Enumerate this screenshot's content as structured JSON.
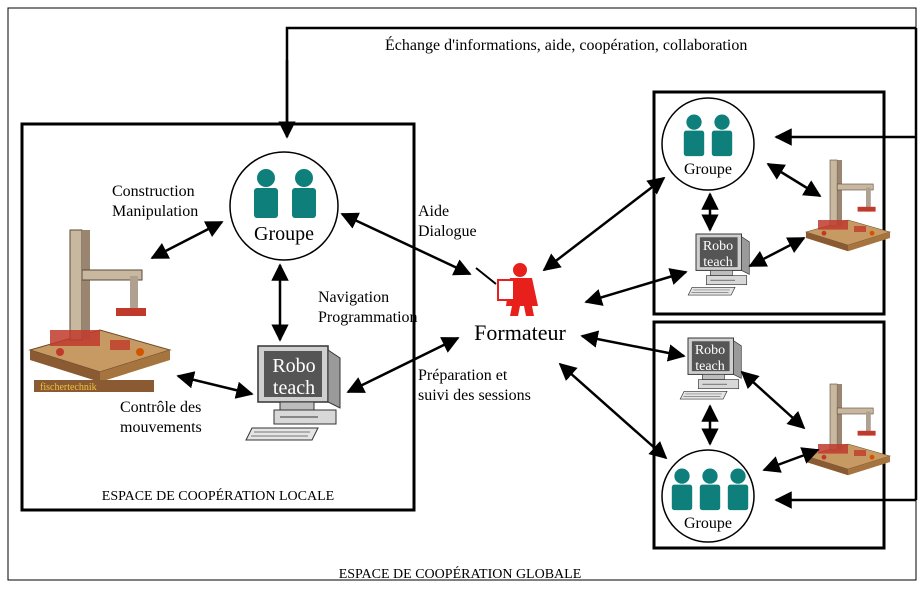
{
  "labels": {
    "top_exchange": "Échange d'informations, aide, coopération, collaboration",
    "global_space": "ESPACE DE COOPÉRATION GLOBALE",
    "local_space": "ESPACE DE COOPÉRATION LOCALE",
    "construction": "Construction",
    "manipulation": "Manipulation",
    "navigation": "Navigation",
    "programmation": "Programmation",
    "controle": "Contrôle des",
    "mouvements": "mouvements",
    "aide": "Aide",
    "dialogue": "Dialogue",
    "preparation": "Préparation et",
    "suivi": "suivi des sessions",
    "formateur": "Formateur",
    "groupe": "Groupe",
    "robo": "Robo",
    "teach": "teach",
    "brand": "fischertechnik"
  },
  "colors": {
    "people": "#0e7f7a",
    "formateur": "#e8201b",
    "robot_base": "#b98b5a",
    "robot_red": "#c0392b",
    "monitor": "#c9c9c9",
    "screen": "#555555"
  },
  "icons": [
    "people-icon",
    "formateur-icon",
    "robot-icon",
    "computer-icon"
  ]
}
